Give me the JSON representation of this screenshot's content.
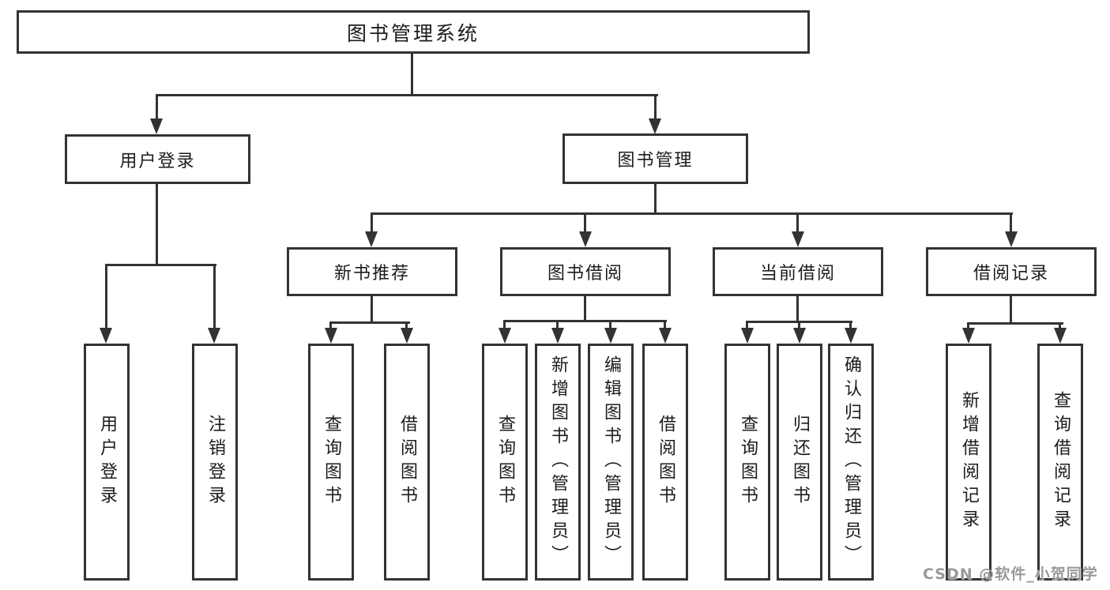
{
  "diagram": {
    "root": {
      "label": "图书管理系统"
    },
    "level2": [
      {
        "label": "用户登录"
      },
      {
        "label": "图书管理"
      }
    ],
    "level3": [
      {
        "label": "新书推荐"
      },
      {
        "label": "图书借阅"
      },
      {
        "label": "当前借阅"
      },
      {
        "label": "借阅记录"
      }
    ],
    "leaves": [
      {
        "label": "用户登录"
      },
      {
        "label": "注销登录"
      },
      {
        "label": "查询图书"
      },
      {
        "label": "借阅图书"
      },
      {
        "label": "查询图书"
      },
      {
        "label": "新增图书（管理员）"
      },
      {
        "label": "编辑图书（管理员）"
      },
      {
        "label": "借阅图书"
      },
      {
        "label": "查询图书"
      },
      {
        "label": "归还图书"
      },
      {
        "label": "确认归还（管理员）"
      },
      {
        "label": "新增借阅记录"
      },
      {
        "label": "查询借阅记录"
      }
    ]
  },
  "watermark": {
    "text": "CSDN @软件_小贺同学"
  },
  "colors": {
    "line": "#333333",
    "text": "#1c1c1c",
    "watermark": "#999999",
    "background": "#ffffff"
  }
}
